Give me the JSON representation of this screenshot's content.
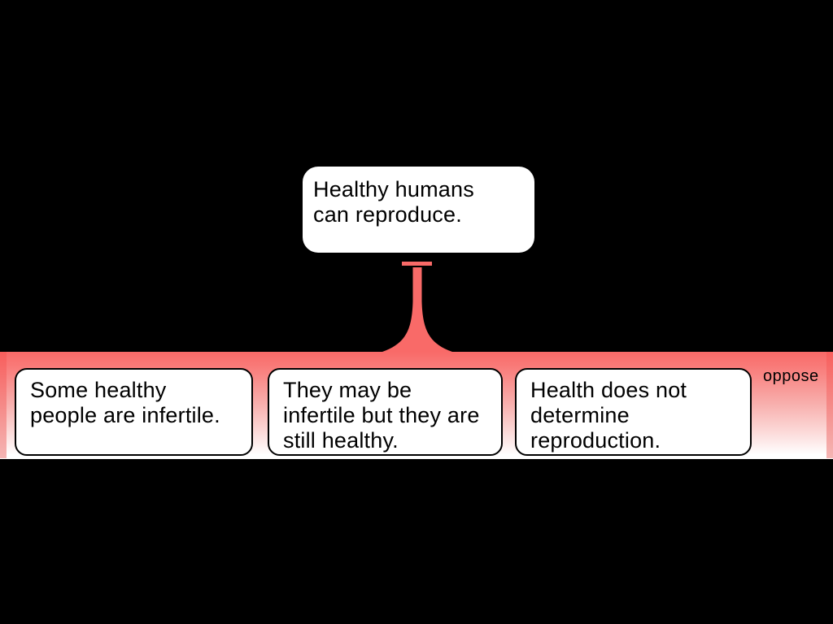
{
  "diagram": {
    "claim": {
      "text": "Healthy humans\ncan reproduce."
    },
    "oppose_group": {
      "label": "oppose",
      "objections": [
        {
          "text": "Some healthy\npeople are infertile."
        },
        {
          "text": "They may be\ninfertile but they are\nstill healthy."
        },
        {
          "text": "Health does not\ndetermine\nreproduction."
        }
      ]
    },
    "colors": {
      "background": "#000000",
      "accent_red": "#F96A68",
      "edge_red": "#F85E5C",
      "band_fade": "#FFFFFF",
      "box_fill": "#FFFFFF",
      "box_border": "#000000",
      "text_color": "#000000"
    }
  }
}
